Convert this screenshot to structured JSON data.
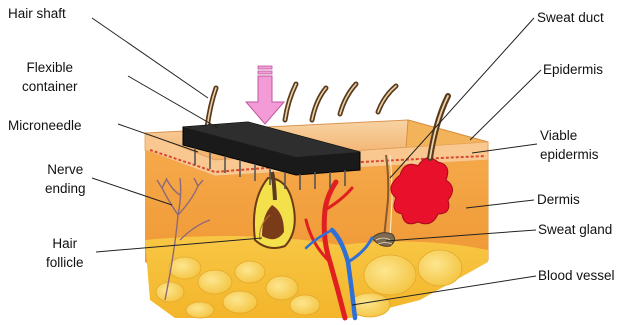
{
  "labels": {
    "hair_shaft": "Hair shaft",
    "flexible_container": [
      "Flexible",
      "container"
    ],
    "microneedle": "Microneedle",
    "nerve_ending": [
      "Nerve",
      "ending"
    ],
    "hair_follicle": [
      "Hair",
      "follicle"
    ],
    "sweat_duct": "Sweat duct",
    "epidermis": "Epidermis",
    "viable_epidermis": [
      "Viable",
      "epidermis"
    ],
    "dermis": "Dermis",
    "sweat_gland": "Sweat gland",
    "blood_vessel": "Blood vessel"
  },
  "colors": {
    "epidermis_top": "#f6c48e",
    "dermis": "#f3a13a",
    "hypodermis": "#f7c43a",
    "hypodermis_light": "#fbe07a",
    "patch": "#1a1a1a",
    "arrow": "#f29bd6",
    "sweat_gland": "#e8102a",
    "artery": "#e02020",
    "vein": "#2f6fd6",
    "hair": "#5b3a1e",
    "leader_line": "#222222"
  }
}
